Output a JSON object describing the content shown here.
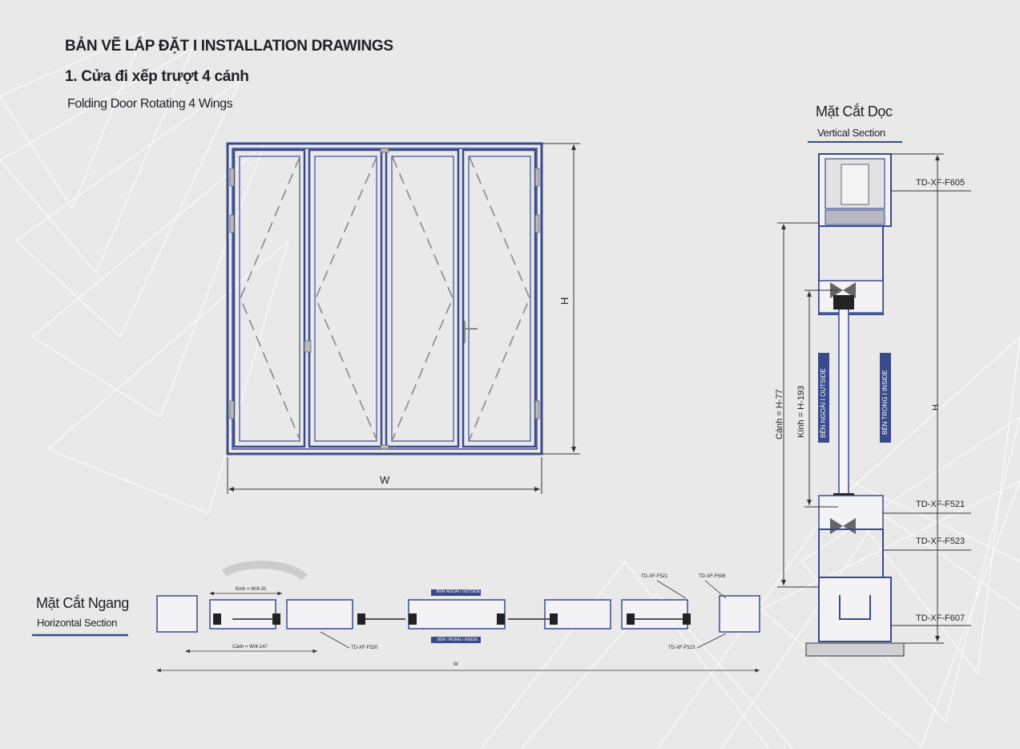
{
  "header": {
    "title": "BẢN VẼ LẮP ĐẶT  I  INSTALLATION DRAWINGS",
    "subtitle": "1. Cửa đi xếp trượt 4 cánh",
    "subtitle_en": "Folding Door Rotating 4 Wings"
  },
  "elevation": {
    "width_label": "W",
    "height_label": "H",
    "panel_count": 4
  },
  "vertical_section": {
    "title": "Mặt Cắt Dọc",
    "subtitle": "Vertical Section",
    "profiles": [
      "TD-XF-F605",
      "TD-XF-F521",
      "TD-XF-F523",
      "TD-XF-F607"
    ],
    "dim_sash": "Cánh = H-77",
    "dim_glass": "Kính = H-193",
    "dim_total": "H",
    "label_outside": "BÊN NGOÀI  I  OUTSIDE",
    "label_inside": "BÊN TRONG  I  INSIDE"
  },
  "horizontal_section": {
    "title": "Mặt Cắt Ngang",
    "subtitle": "Horizontal Section",
    "dim_glass": "Kính = W/4-31",
    "dim_sash": "Cánh = W/4-147",
    "dim_total": "W",
    "profiles": [
      "TD-XF-F521",
      "TD-XF-F606",
      "TD-XF-F520",
      "TD-XF-F523"
    ],
    "label_outside": "BÊN NGOÀI  I  OUTSIDE",
    "label_inside": "BÊN TRONG  I  INSIDE"
  },
  "colors": {
    "frame": "#3a4a8c",
    "line": "#444444",
    "background": "#e9e9ea"
  }
}
